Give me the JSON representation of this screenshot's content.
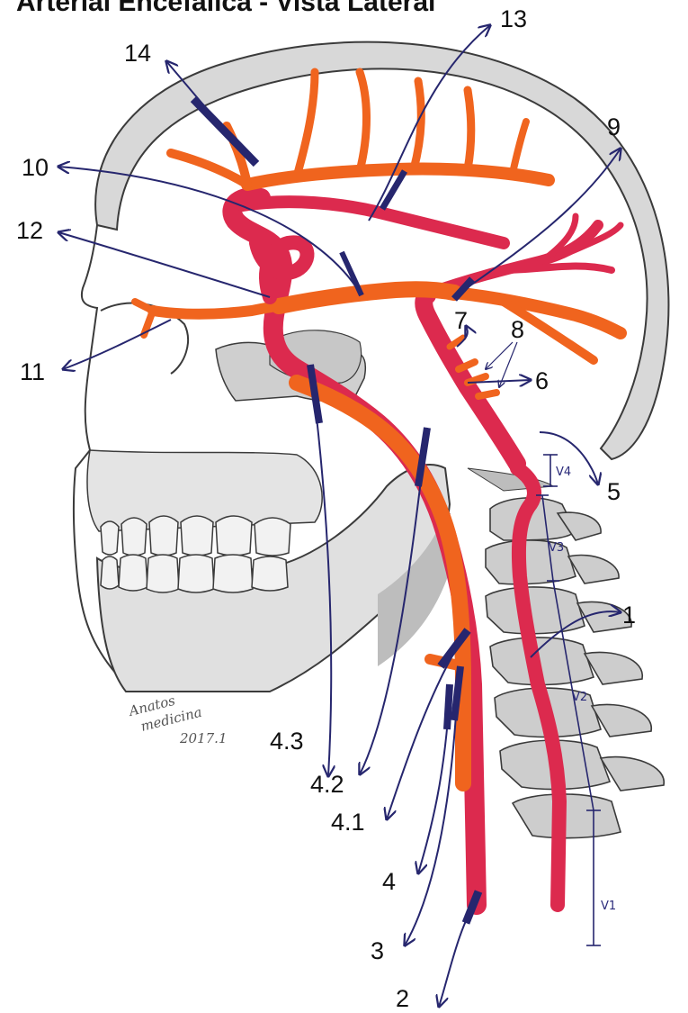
{
  "title": "Arterial Encefálica - Vista Lateral",
  "colors": {
    "bone": "#d9d9d9",
    "bone_outline": "#444444",
    "artery_orange": "#f0641e",
    "artery_red": "#dc2a4e",
    "pointer": "#26266e"
  },
  "labels": {
    "n1": "1",
    "n2": "2",
    "n3": "3",
    "n4": "4",
    "n4_1": "4.1",
    "n4_2": "4.2",
    "n4_3": "4.3",
    "n5": "5",
    "n6": "6",
    "n7": "7",
    "n8": "8",
    "n9": "9",
    "n10": "10",
    "n11": "11",
    "n12": "12",
    "n13": "13",
    "n14": "14"
  },
  "segments": {
    "v1": "V1",
    "v2": "V2",
    "v3": "V3",
    "v4": "V4"
  },
  "signature": {
    "line1": "Anatos",
    "line2": "medicina",
    "line3": "2017.1"
  }
}
